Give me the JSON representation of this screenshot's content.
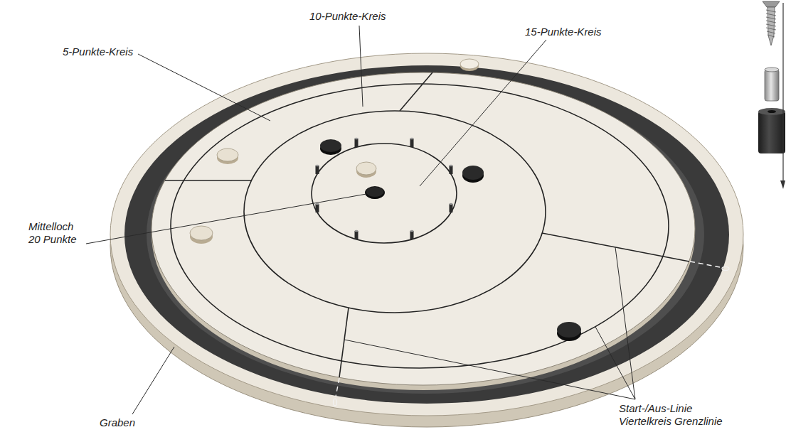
{
  "diagram": {
    "labels": [
      "5-Punkte-Kreis",
      "10-Punkte-Kreis",
      "15-Punkte-Kreis",
      "Mittelloch 20 Punkte",
      "Graben",
      "Start-/Aus-Linie Viertelkreis Grenzlinie"
    ]
  }
}
